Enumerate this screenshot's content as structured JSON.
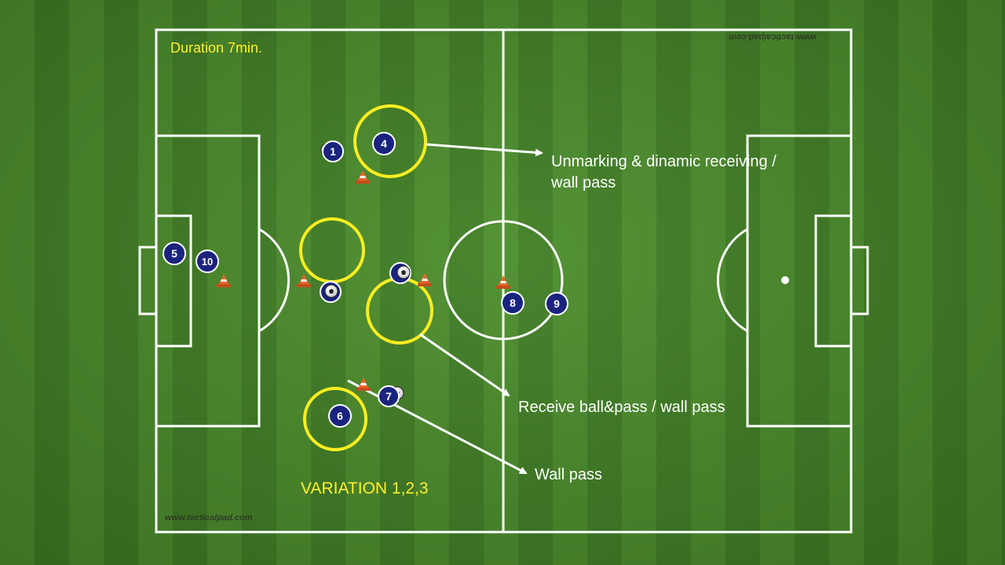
{
  "labels": {
    "duration": "Duration 7min.",
    "variation": "VARIATION 1,2,3",
    "unmarking_line1": "Unmarking & dinamic receiving /",
    "unmarking_line2": "wall pass",
    "receive": "Receive ball&pass / wall pass",
    "wall_pass": "Wall pass"
  },
  "watermarks": {
    "bottom": "www.tacticalpad.com",
    "top_mirrored": "www.tacticalpad.com"
  },
  "players": {
    "p1": "1",
    "p4": "4",
    "p5": "5",
    "p10": "10",
    "p8": "8",
    "p9": "9",
    "p6": "6",
    "p7": "7"
  },
  "colors": {
    "highlight_ring": "#ffee22",
    "player_fill": "#1a237e",
    "cone": "#e8642c",
    "field_line": "#ffffff"
  }
}
